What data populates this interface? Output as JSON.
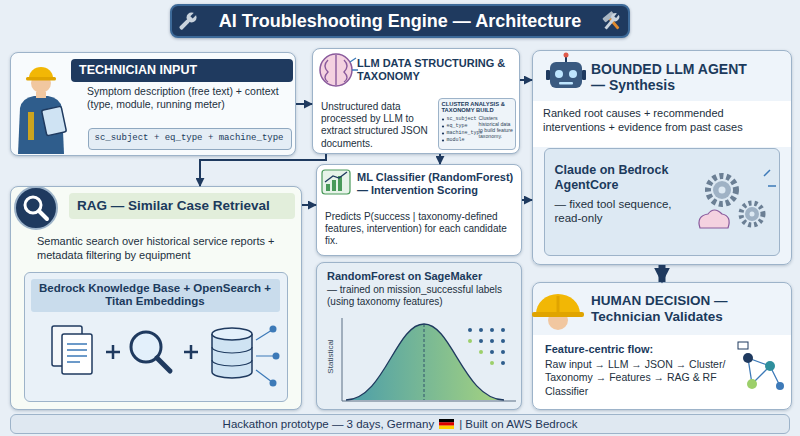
{
  "diagram": {
    "title": "AI Troubleshooting Engine — Architecture",
    "caption": "Hackathon prototype — 3 days, Germany",
    "nodes": [
      {
        "text": [
          "TECHNICIAN INPUT",
          "Symptom description (free text) + context (type, module, running meter)"
        ]
      },
      {
        "text": [
          "sc_subject + eq_type + machine_type"
        ],
        "in": 0
      },
      {
        "text": [
          "LLM DATA STRUCTURING & TAXONOMY",
          "Unstructured data processed by LLM to extract structured JSON documents."
        ]
      },
      {
        "text": [
          "CLUSTER ANALYSIS & TAXONOMY BUILD",
          "sc_subject",
          "eq_type",
          "machine_type",
          "module",
          "Clusters historical data to build feature taxonomy."
        ],
        "in": 2
      },
      {
        "text": [
          "BOUNDED LLM AGENT — Synthesis",
          "Ranked root causes + recommended interventions + evidence from past cases"
        ]
      },
      {
        "text": [
          "Claude on Bedrock AgentCore",
          "— fixed tool sequence, read-only"
        ],
        "in": 4
      },
      {
        "text": [
          "RAG — Similar Case Retrieval",
          "Semantic search over historical service reports + metadata filtering by equipment"
        ]
      },
      {
        "text": [
          "Bedrock Knowledge Base + OpenSearch + Titan Embeddings"
        ],
        "in": 6
      },
      {
        "text": [
          "ML Classifier (RandomForest) — Intervention Scoring",
          "Predicts P(success | taxonomy-defined features, intervention) for each candidate fix."
        ]
      },
      {
        "text": [
          "RandomForest on SageMaker",
          "— trained on mission_successful labels (using taxonomy features)"
        ]
      },
      {
        "text": [
          "HUMAN DECISION — Technician Validates",
          "Feature-centric flow:",
          "Raw input → LLM → JSON → Cluster/ Taxonomy → Features → RAG & RF Classifier"
        ]
      }
    ],
    "edges": [
      {
        "from": 0,
        "to": 2,
        "arrow": "to"
      },
      {
        "from": 2,
        "to": 4,
        "arrow": "to"
      },
      {
        "from": 2,
        "to": 6,
        "arrow": "to"
      },
      {
        "from": 2,
        "to": 8,
        "arrow": "to"
      },
      {
        "from": 6,
        "to": 8,
        "arrow": "to"
      },
      {
        "from": 8,
        "to": 4,
        "arrow": "to"
      },
      {
        "from": 4,
        "to": 10,
        "arrow": "to"
      }
    ],
    "labels": [
      "Statistical",
      "| Built on AWS Bedrock"
    ]
  }
}
